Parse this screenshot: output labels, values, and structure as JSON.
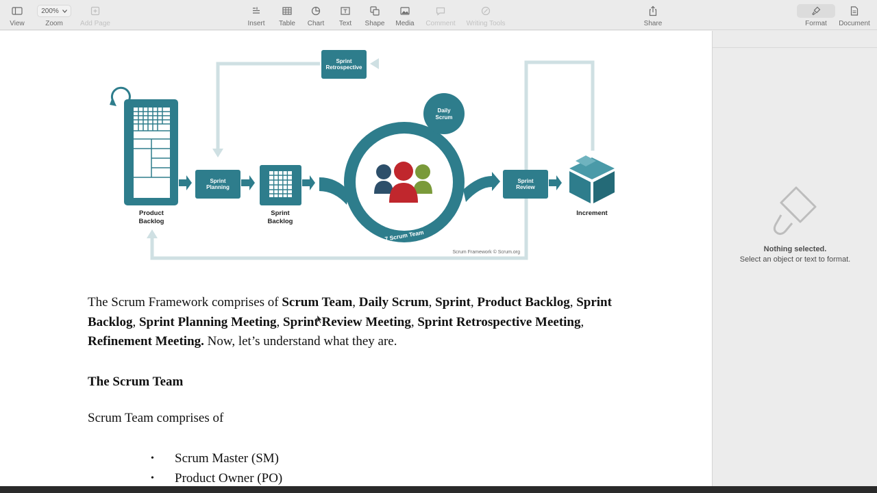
{
  "toolbar": {
    "view_label": "View",
    "zoom_value": "200%",
    "zoom_label": "Zoom",
    "add_page_label": "Add Page",
    "insert_label": "Insert",
    "table_label": "Table",
    "chart_label": "Chart",
    "text_label": "Text",
    "shape_label": "Shape",
    "media_label": "Media",
    "comment_label": "Comment",
    "writing_tools_label": "Writing Tools",
    "share_label": "Share",
    "format_label": "Format",
    "document_label": "Document"
  },
  "diagram": {
    "sprint_retrospective": [
      "Sprint",
      "Retrospective"
    ],
    "daily_scrum": [
      "Daily",
      "Scrum"
    ],
    "sprint_planning": [
      "Sprint",
      "Planning"
    ],
    "sprint_review": [
      "Sprint",
      "Review"
    ],
    "product_backlog": [
      "Product",
      "Backlog"
    ],
    "sprint_backlog": [
      "Sprint",
      "Backlog"
    ],
    "scrum_team": "7 Scrum Team",
    "increment": "Increment",
    "credit": "Scrum Framework © Scrum.org",
    "colors": {
      "teal": "#2e7d8c",
      "light_teal": "#cfe0e3",
      "red": "#c0272d",
      "green": "#7a9a3a",
      "navy": "#2d4f6a"
    }
  },
  "body": {
    "p1_a": "The Scrum Framework comprises of ",
    "p1_b": "Scrum Team",
    "p1_c": ", ",
    "p1_d": "Daily Scrum",
    "p1_e": ", ",
    "p1_f": "Sprint",
    "p1_g": ", ",
    "p1_h": "Product Backlog",
    "p1_i": ", ",
    "p1_j": "Sprint Backlog",
    "p1_k": ", ",
    "p1_l": "Sprint Planning Meeting",
    "p1_m": ", ",
    "p1_n": "Sprint Review Meeting",
    "p1_o": ", ",
    "p1_p": "Sprint Retrospective Meeting",
    "p1_q": ", ",
    "p1_r": "Refinement Meeting.",
    "p1_s": " Now, let’s understand what they are.",
    "heading": "The Scrum Team",
    "intro": "Scrum Team comprises of",
    "bullets": [
      "Scrum Master (SM)",
      "Product Owner (PO)"
    ],
    "bullet_char": "•"
  },
  "sidebar": {
    "nothing_selected": "Nothing selected.",
    "hint": "Select an object or text to format."
  }
}
